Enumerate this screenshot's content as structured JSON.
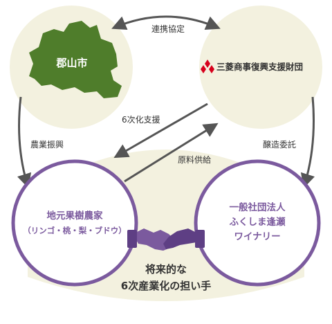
{
  "nodes": {
    "koriyama": {
      "label": "郡山市"
    },
    "mitsubishi": {
      "label": "三菱商事復興支援財団"
    },
    "farmers": {
      "label_line1": "地元果樹農家",
      "label_line2": "（リンゴ・桃・梨・ブドウ）"
    },
    "winery": {
      "label_line1": "一般社団法人",
      "label_line2": "ふくしま逢瀬",
      "label_line3": "ワイナリー"
    }
  },
  "relations": {
    "partnership": "連携協定",
    "sixth_industry_support": "6次化支援",
    "agriculture_promotion": "農業振興",
    "brewing_consignment": "醸造委託",
    "raw_material_supply": "原料供給"
  },
  "bottom_caption": {
    "line1": "将来的な",
    "line2": "6次産業化の担い手"
  },
  "colors": {
    "circle_fill": "#f3f1df",
    "circle_stroke": "#ffffff",
    "purple": "#7b5a9e",
    "purple_dark": "#5e3f84",
    "map_green": "#4f7d2b",
    "arrow": "#555555",
    "mitsubishi_red": "#d7001b",
    "text_dark": "#333333"
  },
  "icons": {
    "map": "koriyama-map-icon",
    "logo": "mitsubishi-logo-icon",
    "handshake": "handshake-icon"
  }
}
